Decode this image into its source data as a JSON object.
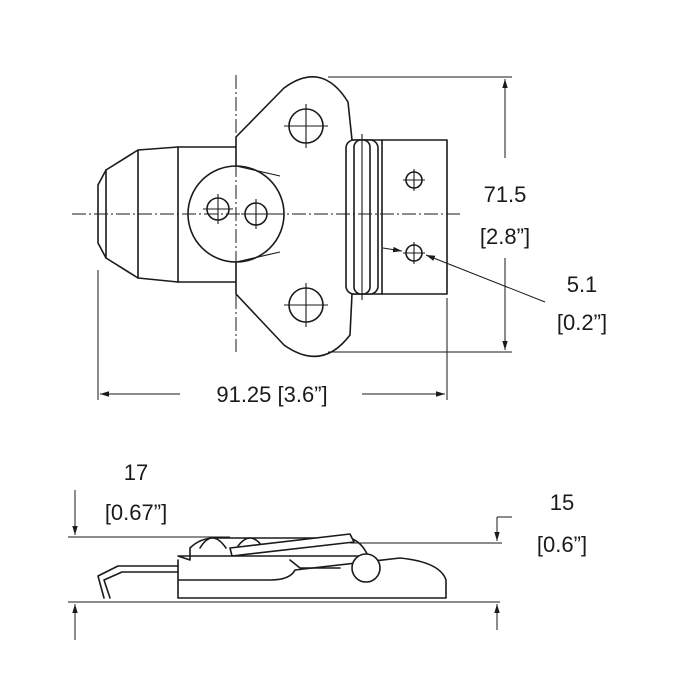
{
  "dimensions": {
    "height": {
      "mm": "71.5",
      "inch": "[2.8”]"
    },
    "width": {
      "combined": "91.25 [3.6”]"
    },
    "hole": {
      "mm": "5.1",
      "inch": "[0.2”]"
    },
    "side_height": {
      "mm": "17",
      "inch": "[0.67”]"
    },
    "base_height": {
      "mm": "15",
      "inch": "[0.6”]"
    }
  }
}
